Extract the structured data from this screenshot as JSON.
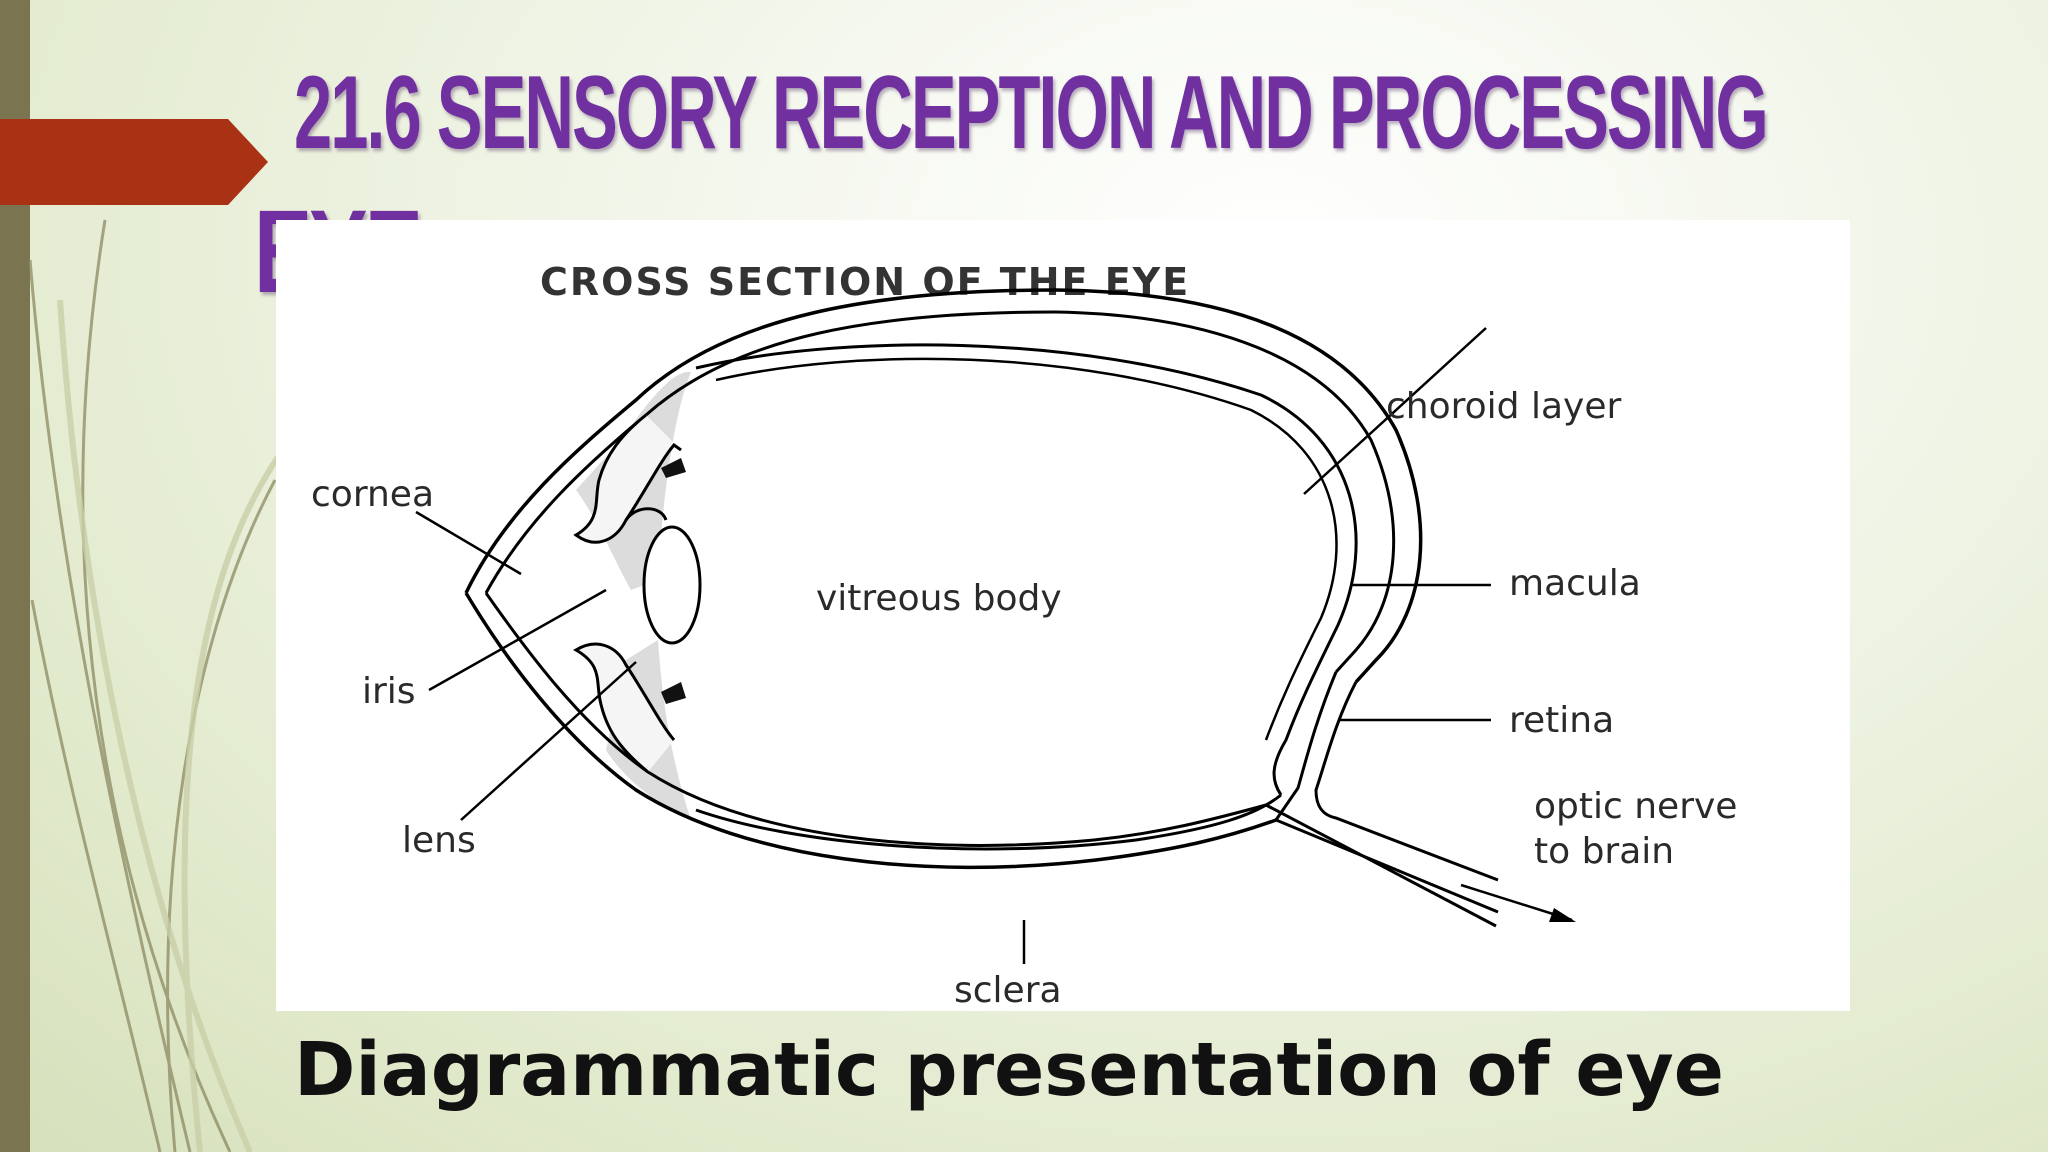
{
  "slide": {
    "title": "21.6 SENSORY RECEPTION AND PROCESSING",
    "subtitle": "EYE",
    "caption": "Diagrammatic presentation of eye"
  },
  "diagram": {
    "heading": "CROSS SECTION OF THE EYE",
    "labels": {
      "cornea": "cornea",
      "iris": "iris",
      "lens": "lens",
      "vitreous_body": "vitreous body",
      "choroid_layer": "choroid layer",
      "macula": "macula",
      "retina": "retina",
      "optic_nerve_line1": "optic nerve",
      "optic_nerve_line2": "to brain",
      "sclera": "sclera"
    }
  },
  "colors": {
    "title": "#7030a0",
    "accent_tab": "#a93214",
    "left_bar": "#7a7450",
    "caption": "#111111"
  },
  "icons": [
    "arrow-tab-icon",
    "decorative-swoosh-icon"
  ]
}
